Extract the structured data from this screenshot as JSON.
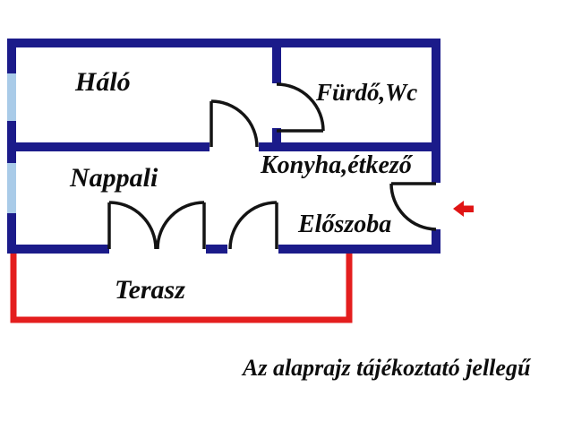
{
  "floorplan": {
    "rooms": {
      "halo": "Háló",
      "furdo_wc": "Fürdő,Wc",
      "nappali": "Nappali",
      "konyha_etkezo": "Konyha,étkező",
      "eloszoba": "Előszoba",
      "terasz": "Terasz"
    },
    "note": "Az alaprajz tájékoztató jellegű",
    "features": {
      "entrance_arrow": "left-arrow",
      "window_count": 2,
      "door_count": 6
    },
    "colors": {
      "wall": "#1b1b8a",
      "window": "#a9cbe8",
      "terrace": "#e41e1e",
      "arrow": "#e01515",
      "door": "#141414",
      "background": "#ffffff"
    }
  }
}
